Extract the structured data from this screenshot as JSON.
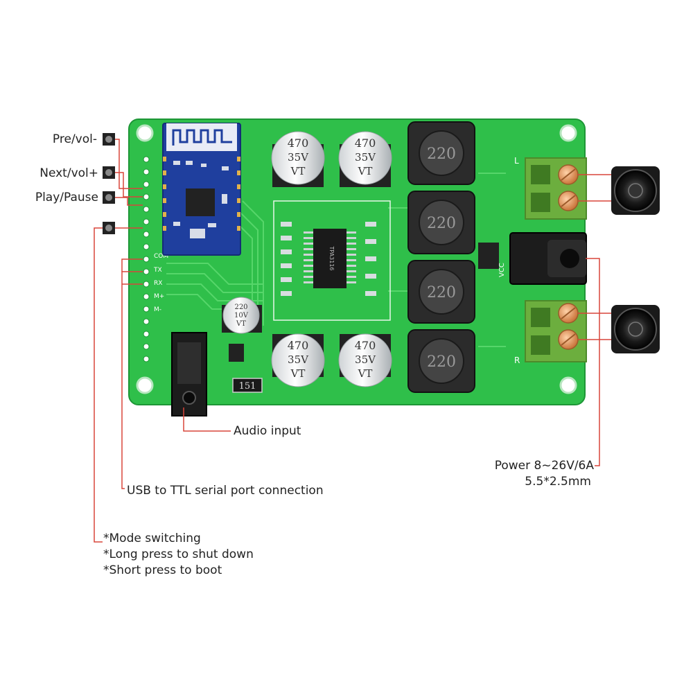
{
  "labels": {
    "pre_vol_minus": "Pre/vol-",
    "next_vol_plus": "Next/vol+",
    "play_pause": "Play/Pause",
    "audio_input": "Audio input",
    "usb_ttl": "USB to TTL serial port connection",
    "power_line1": "Power 8~26V/6A",
    "power_line2": "5.5*2.5mm",
    "mode_switching": "*Mode switching",
    "long_press": "*Long press to shut down",
    "short_press": "*Short press to boot"
  },
  "board": {
    "chip_marking": "TPA3116",
    "capacitor_large": {
      "value": "470",
      "voltage": "35V",
      "brand": "VT"
    },
    "capacitor_small": {
      "value": "220",
      "voltage": "10V",
      "brand": "VT"
    },
    "inductor_marking": "220",
    "resistor_marking": "151",
    "pin_labels": [
      "TX",
      "RX",
      "M+",
      "M-",
      "COM"
    ],
    "terminal_left_channel": "L",
    "terminal_right_channel": "R",
    "dc_jack_label": "VCC"
  },
  "colors": {
    "pcb_green": "#2fbf4a",
    "trace_green": "#56d66a",
    "leader_red": "#d9453a",
    "bt_module_blue": "#1f3f9e",
    "terminal_green": "#6cae3e",
    "terminal_screw": "#e8a060"
  }
}
